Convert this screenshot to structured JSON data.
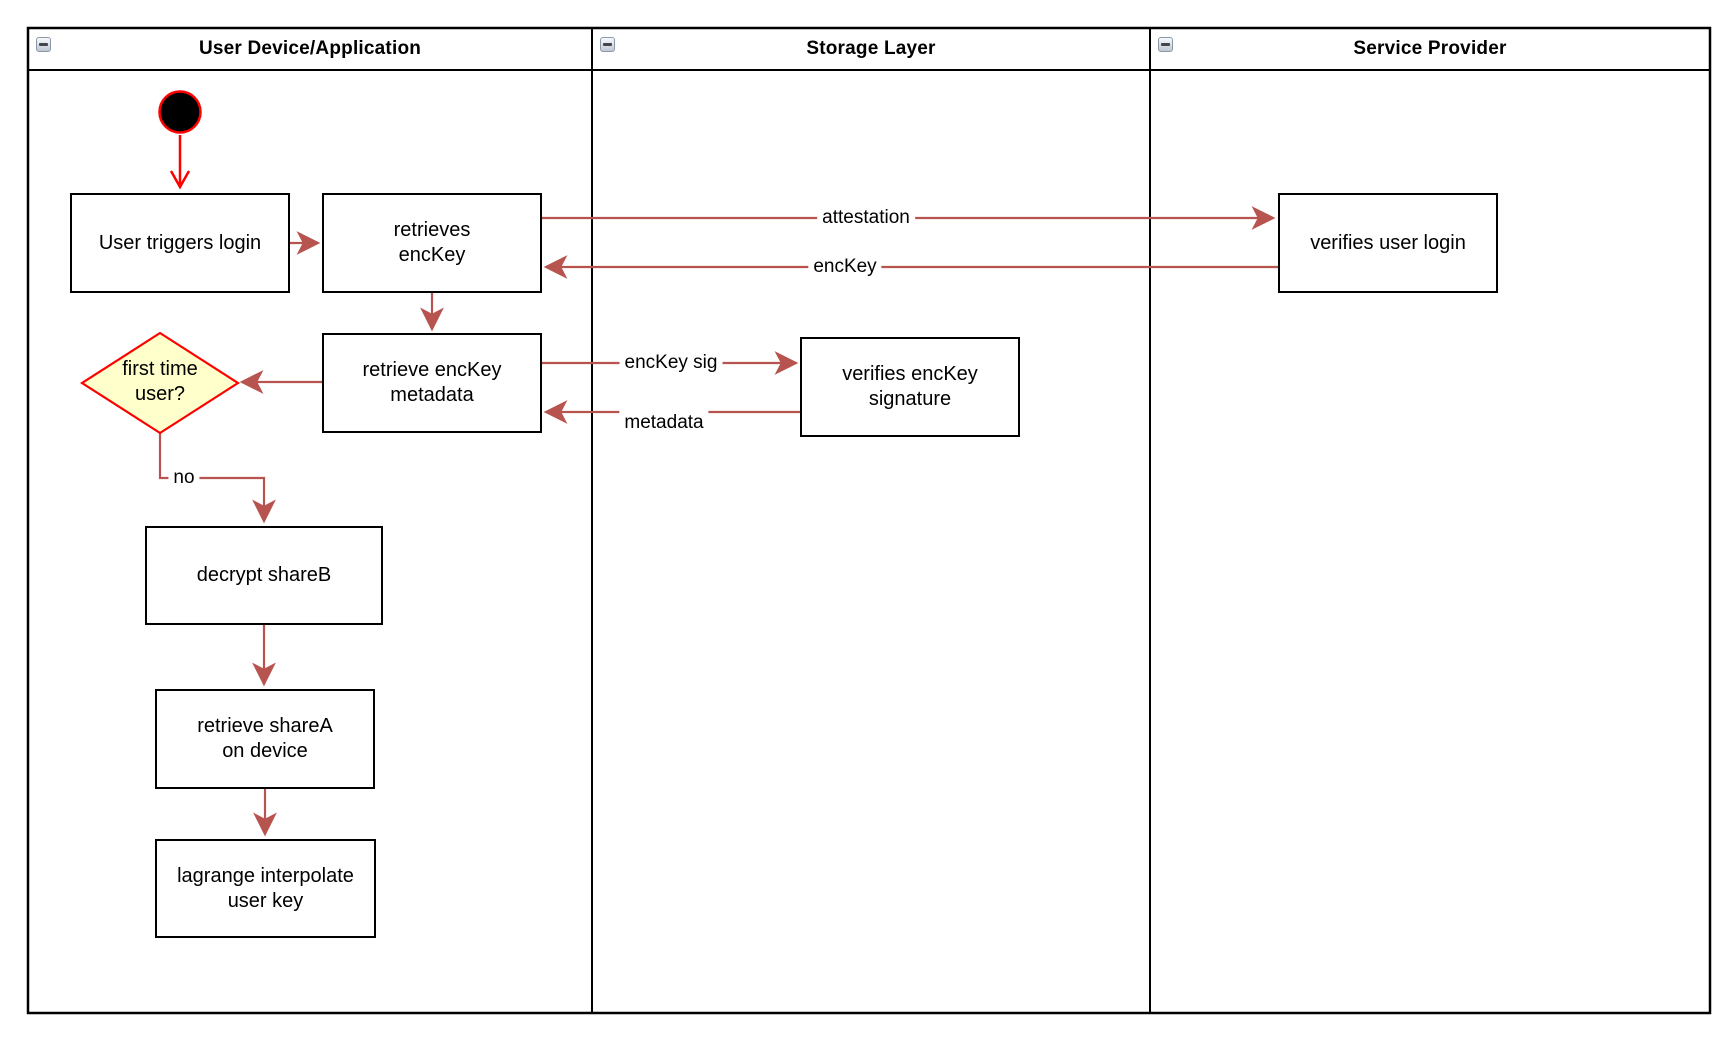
{
  "canvas": {
    "colors": {
      "lane_border": "#000000",
      "node_border": "#000000",
      "node_fill": "#ffffff",
      "edge_color": "#b85450",
      "start_node_color": "#ff0000",
      "decision_fill": "#ffffcc",
      "decision_border": "#ff0000"
    }
  },
  "lanes": [
    {
      "title": "User Device/Application",
      "collapse_icon": "minus"
    },
    {
      "title": "Storage Layer",
      "collapse_icon": "minus"
    },
    {
      "title": "Service Provider",
      "collapse_icon": "minus"
    }
  ],
  "nodes": {
    "start": {
      "type": "initial-node"
    },
    "user_triggers_login": {
      "label": "User triggers login"
    },
    "retrieves_enckey": {
      "label": "retrieves\nencKey"
    },
    "retrieve_enckey_metadata": {
      "label": "retrieve encKey\nmetadata"
    },
    "first_time_user": {
      "label": "first time\nuser?"
    },
    "decrypt_shareb": {
      "label": "decrypt shareB"
    },
    "retrieve_sharea": {
      "label": "retrieve shareA\non device"
    },
    "lagrange_interpolate": {
      "label": "lagrange interpolate\nuser key"
    },
    "verifies_enckey_signature": {
      "label": "verifies encKey\nsignature"
    },
    "verifies_user_login": {
      "label": "verifies user login"
    }
  },
  "edge_labels": {
    "attestation": "attestation",
    "enckey": "encKey",
    "enckey_sig": "encKey sig",
    "metadata": "metadata",
    "no": "no"
  }
}
